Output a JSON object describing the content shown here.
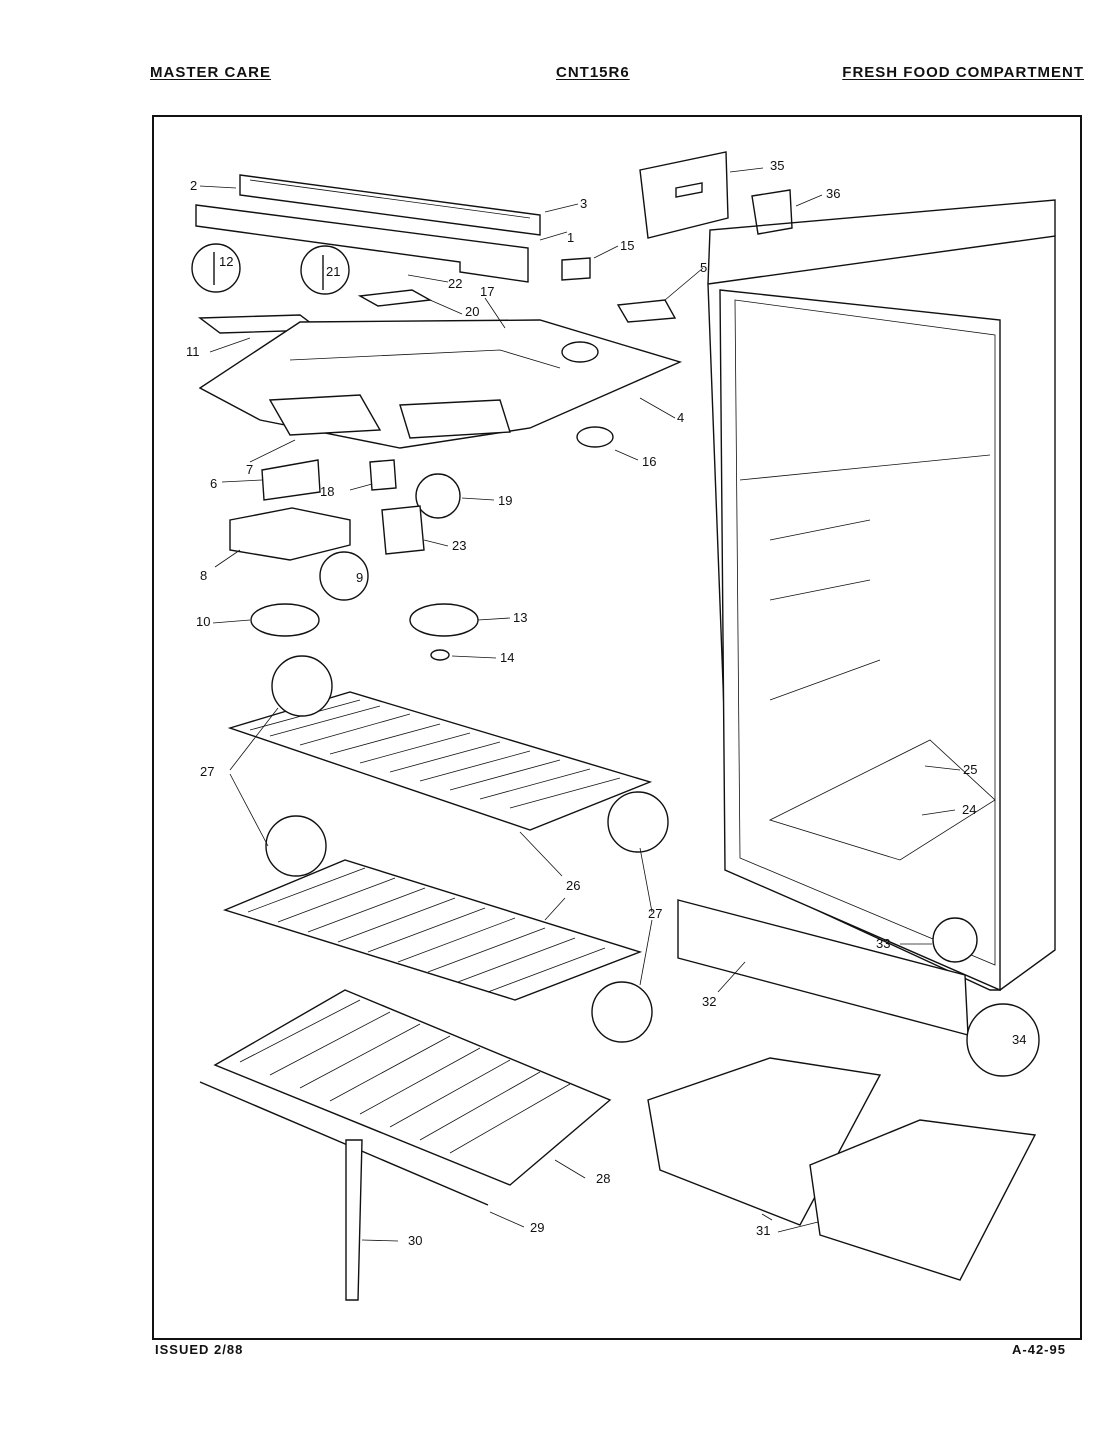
{
  "header": {
    "left": "MASTER CARE",
    "center": "CNT15R6",
    "right": "FRESH FOOD COMPARTMENT"
  },
  "footer": {
    "left": "ISSUED 2/88",
    "right": "A-42-95"
  },
  "callouts": {
    "c1": "1",
    "c2": "2",
    "c3": "3",
    "c4": "4",
    "c5": "5",
    "c6": "6",
    "c7": "7",
    "c8": "8",
    "c9": "9",
    "c10": "10",
    "c11": "11",
    "c12": "12",
    "c13": "13",
    "c14": "14",
    "c15": "15",
    "c16": "16",
    "c17": "17",
    "c18": "18",
    "c19": "19",
    "c20": "20",
    "c21": "21",
    "c22": "22",
    "c23": "23",
    "c24": "24",
    "c25": "25",
    "c26a": "26",
    "c26b": "26",
    "c27a": "27",
    "c27b": "27",
    "c28": "28",
    "c29": "29",
    "c30": "30",
    "c31": "31",
    "c32": "32",
    "c33": "33",
    "c34": "34",
    "c35": "35",
    "c36": "36"
  }
}
